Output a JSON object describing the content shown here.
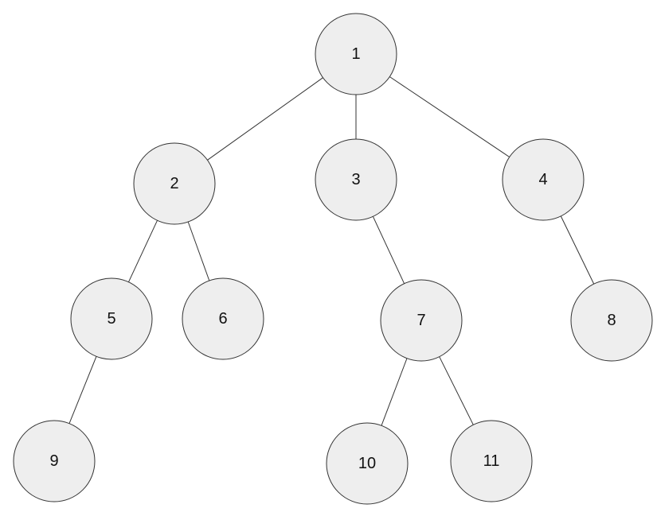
{
  "tree": {
    "nodes": [
      {
        "id": "1",
        "label": "1"
      },
      {
        "id": "2",
        "label": "2"
      },
      {
        "id": "3",
        "label": "3"
      },
      {
        "id": "4",
        "label": "4"
      },
      {
        "id": "5",
        "label": "5"
      },
      {
        "id": "6",
        "label": "6"
      },
      {
        "id": "7",
        "label": "7"
      },
      {
        "id": "8",
        "label": "8"
      },
      {
        "id": "9",
        "label": "9"
      },
      {
        "id": "10",
        "label": "10"
      },
      {
        "id": "11",
        "label": "11"
      }
    ],
    "edges": [
      {
        "from": "1",
        "to": "2"
      },
      {
        "from": "1",
        "to": "3"
      },
      {
        "from": "1",
        "to": "4"
      },
      {
        "from": "2",
        "to": "5"
      },
      {
        "from": "2",
        "to": "6"
      },
      {
        "from": "3",
        "to": "7"
      },
      {
        "from": "4",
        "to": "8"
      },
      {
        "from": "5",
        "to": "9"
      },
      {
        "from": "7",
        "to": "10"
      },
      {
        "from": "7",
        "to": "11"
      }
    ],
    "colors": {
      "node_fill": "#eeeeee",
      "node_stroke": "#333333",
      "edge_stroke": "#333333",
      "label": "#111111"
    }
  }
}
